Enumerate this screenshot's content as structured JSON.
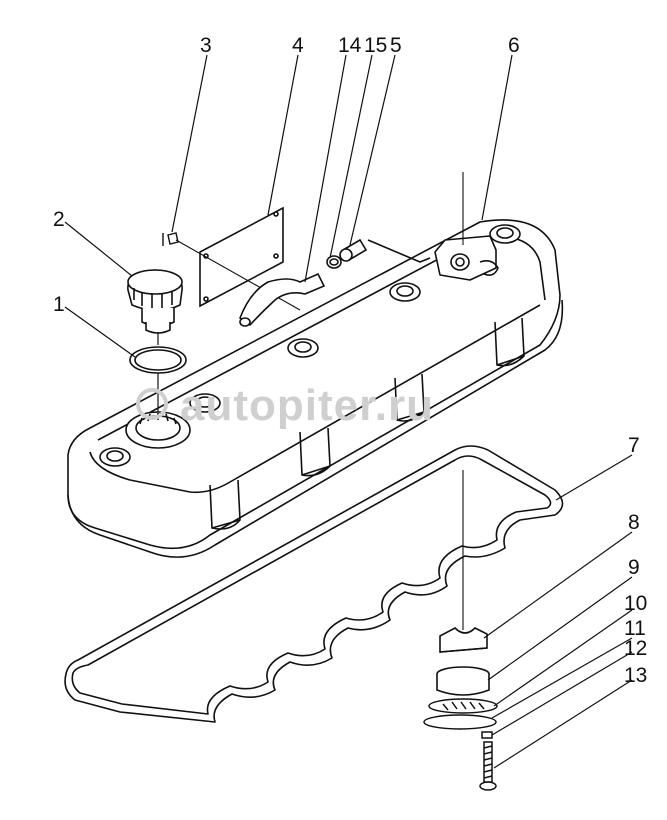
{
  "diagram": {
    "type": "exploded-parts-view",
    "callouts": [
      {
        "id": "3",
        "label": "3"
      },
      {
        "id": "4",
        "label": "4"
      },
      {
        "id": "14",
        "label": "14"
      },
      {
        "id": "15",
        "label": "15"
      },
      {
        "id": "5",
        "label": "5"
      },
      {
        "id": "6",
        "label": "6"
      },
      {
        "id": "2",
        "label": "2"
      },
      {
        "id": "1",
        "label": "1"
      },
      {
        "id": "7",
        "label": "7"
      },
      {
        "id": "8",
        "label": "8"
      },
      {
        "id": "9",
        "label": "9"
      },
      {
        "id": "10",
        "label": "10"
      },
      {
        "id": "11",
        "label": "11"
      },
      {
        "id": "12",
        "label": "12"
      },
      {
        "id": "13",
        "label": "13"
      }
    ],
    "watermark": "autopiter.ru",
    "colors": {
      "line": "#111111",
      "watermark": "#cfcfcf",
      "background": "#ffffff"
    }
  }
}
